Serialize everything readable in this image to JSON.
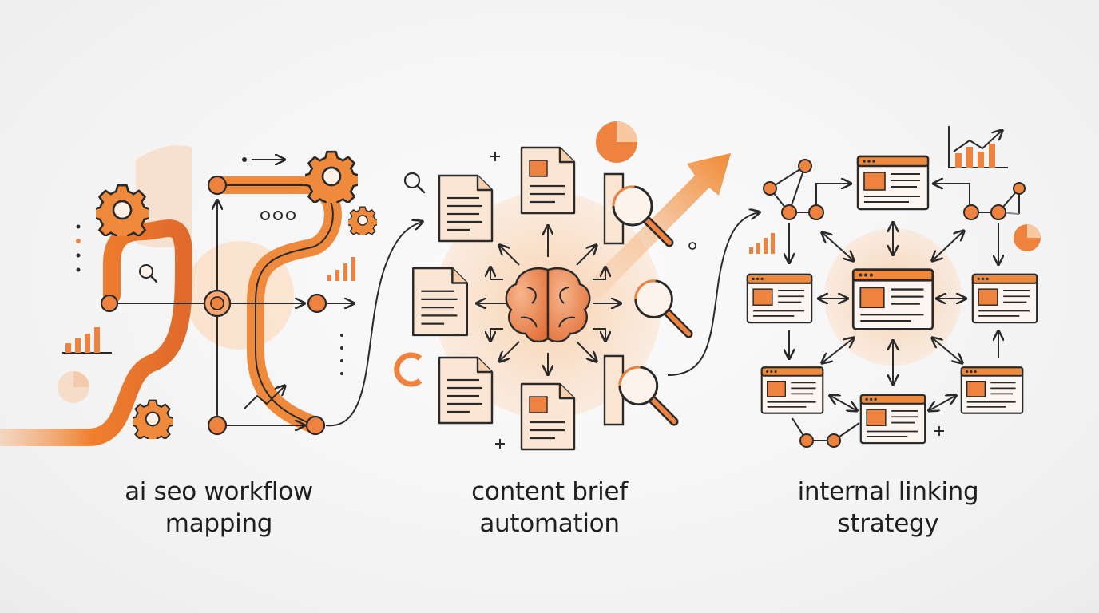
{
  "panels": [
    {
      "id": "workflow",
      "caption_lines": [
        "ai seo workflow",
        "mapping"
      ]
    },
    {
      "id": "brief",
      "caption_lines": [
        "content brief",
        "automation"
      ]
    },
    {
      "id": "linking",
      "caption_lines": [
        "internal linking",
        "strategy"
      ]
    }
  ],
  "colors": {
    "accent": "#ef7f2e",
    "accent_dark": "#d9622b",
    "accent_light": "#f7b98a",
    "halo": "#fbe0c8",
    "line": "#2a2a2a",
    "doc_fill": "#fbe6d4"
  }
}
